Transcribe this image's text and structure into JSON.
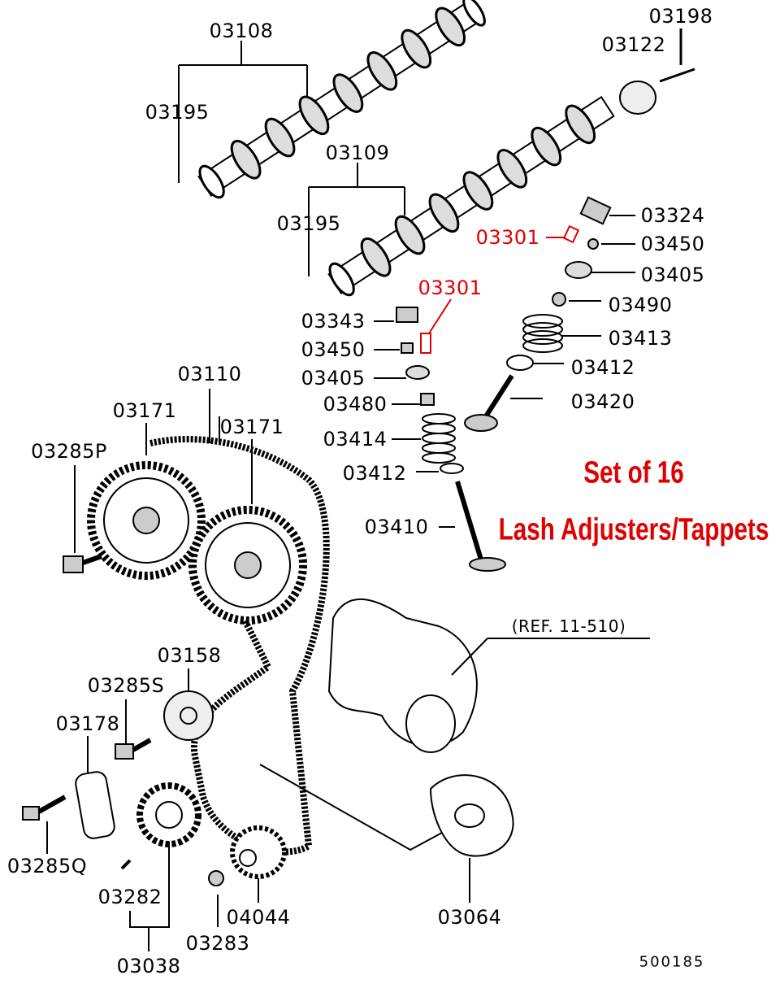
{
  "labels": [
    "03108",
    "03195",
    "03198",
    "03122",
    "03109",
    "03195",
    "03324",
    "03301",
    "03450",
    "03405",
    "03301",
    "03490",
    "03343",
    "03413",
    "03450",
    "03412",
    "03405",
    "03110",
    "03480",
    "03420",
    "03171",
    "03171",
    "03414",
    "03285P",
    "03412",
    "03410",
    "(REF. 11-510)",
    "03158",
    "03285S",
    "03178",
    "03285Q",
    "03282",
    "04044",
    "03064",
    "03283",
    "03038"
  ],
  "highlighted_part": "03301",
  "promo": {
    "line1": "Set of 16",
    "line2": "Lash Adjusters/Tappets"
  },
  "diagram_number": "500185",
  "colors": {
    "highlight": "#e00000",
    "line": "#000000"
  }
}
